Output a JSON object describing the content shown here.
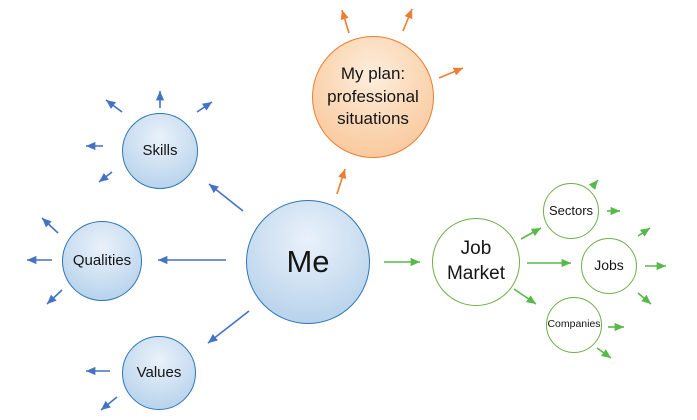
{
  "diagram": {
    "type": "mind-map",
    "nodes": {
      "me": {
        "label": "Me",
        "color_role": "blue-center"
      },
      "plan": {
        "label": "My plan: professional situations",
        "color_role": "orange"
      },
      "skills": {
        "label": "Skills",
        "color_role": "blue"
      },
      "qualities": {
        "label": "Qualities",
        "color_role": "blue"
      },
      "values": {
        "label": "Values",
        "color_role": "blue"
      },
      "job_market": {
        "label": "Job Market",
        "color_role": "green"
      },
      "sectors": {
        "label": "Sectors",
        "color_role": "green"
      },
      "jobs": {
        "label": "Jobs",
        "color_role": "green"
      },
      "companies": {
        "label": "Companies",
        "color_role": "green"
      }
    },
    "edges": [
      {
        "from": "me",
        "to": "skills",
        "color": "#4472c4"
      },
      {
        "from": "me",
        "to": "qualities",
        "color": "#4472c4"
      },
      {
        "from": "me",
        "to": "values",
        "color": "#4472c4"
      },
      {
        "from": "me",
        "to": "plan",
        "color": "#ed7d31"
      },
      {
        "from": "me",
        "to": "job_market",
        "color": "#56b949"
      },
      {
        "from": "job_market",
        "to": "sectors",
        "color": "#56b949"
      },
      {
        "from": "job_market",
        "to": "jobs",
        "color": "#56b949"
      },
      {
        "from": "job_market",
        "to": "companies",
        "color": "#56b949"
      }
    ],
    "outward_spokes": {
      "skills": {
        "count": 5,
        "color": "#4472c4"
      },
      "qualities": {
        "count": 3,
        "color": "#4472c4"
      },
      "values": {
        "count": 2,
        "color": "#4472c4"
      },
      "plan": {
        "count": 3,
        "color": "#ed7d31"
      },
      "sectors": {
        "count": 2,
        "color": "#56b949"
      },
      "jobs": {
        "count": 3,
        "color": "#56b949"
      },
      "companies": {
        "count": 2,
        "color": "#56b949"
      }
    },
    "colors": {
      "blue_fill": "#bdd7ee",
      "blue_border": "#2e75b6",
      "blue_arrow": "#4472c4",
      "orange_fill": "#f9c694",
      "orange_border": "#ed7d31",
      "green_fill": "#c5e0b4",
      "green_border": "#70ad47",
      "green_arrow": "#56b949",
      "text": "#151515",
      "background": "#ffffff"
    }
  }
}
